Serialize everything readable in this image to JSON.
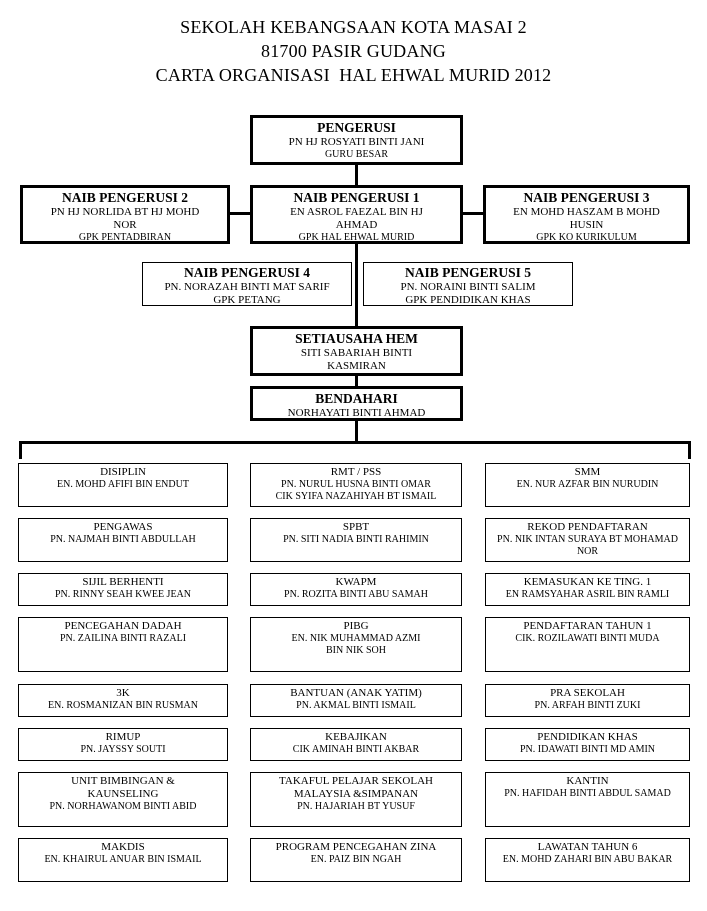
{
  "title": {
    "line1": "SEKOLAH KEBANGSAAN KOTA MASAI 2",
    "line2": "81700 PASIR GUDANG",
    "line3": "CARTA ORGANISASI  HAL EHWAL MURID 2012"
  },
  "chairman": {
    "role": "PENGERUSI",
    "name": "PN HJ ROSYATI  BINTI JANI",
    "position": "GURU BESAR"
  },
  "deputies": {
    "np2": {
      "role": "NAIB PENGERUSI 2",
      "name_line1": "PN HJ NORLIDA  BT HJ MOHD",
      "name_line2": "NOR",
      "position": "GPK PENTADBIRAN"
    },
    "np1": {
      "role": "NAIB PENGERUSI 1",
      "name_line1": "EN ASROL  FAEZAL  BIN HJ",
      "name_line2": "AHMAD",
      "position": "GPK HAL EHWAL MURID"
    },
    "np3": {
      "role": "NAIB PENGERUSI 3",
      "name_line1": "EN MOHD HASZAM  B MOHD",
      "name_line2": "HUSIN",
      "position": "GPK KO KURIKULUM"
    },
    "np4": {
      "role": "NAIB PENGERUSI 4",
      "name": "PN. NORAZAH BINTI MAT SARIF",
      "position": "GPK PETANG"
    },
    "np5": {
      "role": "NAIB PENGERUSI 5",
      "name": "PN. NORAINI BINTI SALIM",
      "position": "GPK PENDIDIKAN KHAS"
    }
  },
  "secretary": {
    "role": "SETIAUSAHA HEM",
    "name_line1": "SITI SABARIAH BINTI",
    "name_line2": "KASMIRAN"
  },
  "treasurer": {
    "role": "BENDAHARI",
    "name": "NORHAYATI BINTI AHMAD"
  },
  "units": {
    "column1": [
      {
        "title": "DISIPLIN",
        "lines": [
          "EN.  MOHD AFIFI BIN ENDUT"
        ]
      },
      {
        "title": "PENGAWAS",
        "lines": [
          "PN. NAJMAH BINTI ABDULLAH"
        ]
      },
      {
        "title": "SIJIL BERHENTI",
        "lines": [
          "PN. RINNY SEAH KWEE JEAN"
        ]
      },
      {
        "title": "PENCEGAHAN  DADAH",
        "lines": [
          "PN.  ZAILINA BINTI RAZALI"
        ]
      },
      {
        "title": "3K",
        "lines": [
          "EN. ROSMANIZAN BIN RUSMAN"
        ]
      },
      {
        "title": "RIMUP",
        "lines": [
          "PN. JAYSSY SOUTI"
        ]
      },
      {
        "title": "UNIT BIMBINGAN &",
        "title2": "KAUNSELING",
        "lines": [
          "PN.  NORHAWANOM BINTI ABID"
        ]
      },
      {
        "title": "MAKDIS",
        "lines": [
          "EN. KHAIRUL ANUAR BIN ISMAIL"
        ]
      }
    ],
    "column2": [
      {
        "title": "RMT / PSS",
        "lines": [
          "PN. NURUL HUSNA BINTI OMAR",
          "CIK SYIFA NAZAHIYAH BT ISMAIL"
        ]
      },
      {
        "title": "SPBT",
        "lines": [
          "PN. SITI NADIA BINTI  RAHIMIN"
        ]
      },
      {
        "title": "KWAPM",
        "lines": [
          "PN. ROZITA BINTI ABU SAMAH"
        ]
      },
      {
        "title": "PIBG",
        "lines": [
          "EN. NIK  MUHAMMAD AZMI",
          "BIN NIK SOH"
        ]
      },
      {
        "title": "BANTUAN (ANAK YATIM)",
        "lines": [
          "PN.  AKMAL BINTI ISMAIL"
        ]
      },
      {
        "title": "KEBAJIKAN",
        "lines": [
          "CIK AMINAH BINTI AKBAR"
        ]
      },
      {
        "title": "TAKAFUL PELAJAR SEKOLAH",
        "title2": "MALAYSIA &SIMPANAN",
        "lines": [
          "PN. HAJARIAH BT YUSUF"
        ]
      },
      {
        "title": "PROGRAM PENCEGAHAN  ZINA",
        "lines": [
          "EN. PAIZ BIN NGAH"
        ]
      }
    ],
    "column3": [
      {
        "title": "SMM",
        "lines": [
          "EN. NUR AZFAR BIN NURUDIN"
        ]
      },
      {
        "title": "REKOD PENDAFTARAN",
        "lines": [
          "PN. NIK INTAN SURAYA BT MOHAMAD",
          "NOR"
        ]
      },
      {
        "title": "KEMASUKAN  KE TING. 1",
        "lines": [
          "EN RAMSYAHAR ASRIL  BIN RAMLI"
        ]
      },
      {
        "title": "PENDAFTARAN  TAHUN 1",
        "lines": [
          "CIK. ROZILAWATI BINTI MUDA"
        ]
      },
      {
        "title": "PRA SEKOLAH",
        "lines": [
          "PN.  ARFAH  BINTI  ZUKI"
        ]
      },
      {
        "title": "PENDIDIKAN KHAS",
        "lines": [
          "PN. IDAWATI BINTI MD AMIN"
        ]
      },
      {
        "title": "KANTIN",
        "lines": [
          "PN. HAFIDAH BINTI ABDUL SAMAD"
        ]
      },
      {
        "title": "LAWATAN  TAHUN 6",
        "lines": [
          "EN.  MOHD ZAHARI BIN ABU BAKAR"
        ]
      }
    ]
  }
}
